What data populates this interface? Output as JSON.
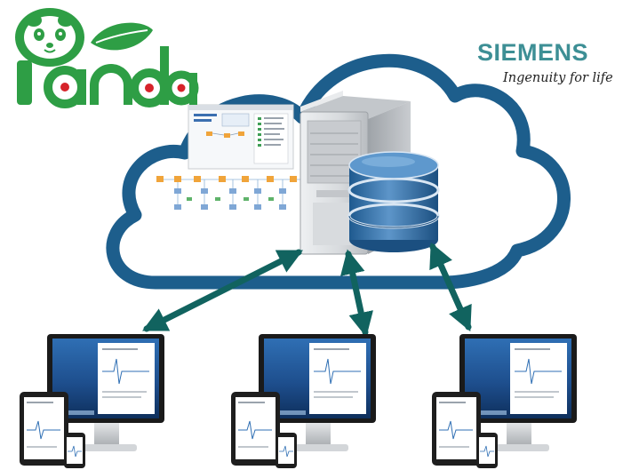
{
  "logos": {
    "panda": {
      "text": "Panda",
      "colors": {
        "green": "#2e9e45",
        "leaf": "#2e9e45",
        "dot": "#d6232a"
      }
    },
    "siemens": {
      "brand": "SIEMENS",
      "tagline": "Ingenuity for life",
      "color": "#3d8f95"
    }
  },
  "diagram": {
    "cloud_color": "#1d5e8c",
    "arrow_color": "#11635f",
    "server": {
      "icon": "server-tower-icon"
    },
    "database": {
      "icon": "database-icon",
      "color": "#2f6ea6"
    },
    "clients": [
      {
        "icon": "workstation-icon",
        "devices": [
          "desktop-monitor",
          "tablet",
          "phone"
        ]
      },
      {
        "icon": "workstation-icon",
        "devices": [
          "desktop-monitor",
          "tablet",
          "phone"
        ]
      },
      {
        "icon": "workstation-icon",
        "devices": [
          "desktop-monitor",
          "tablet",
          "phone"
        ]
      }
    ]
  }
}
